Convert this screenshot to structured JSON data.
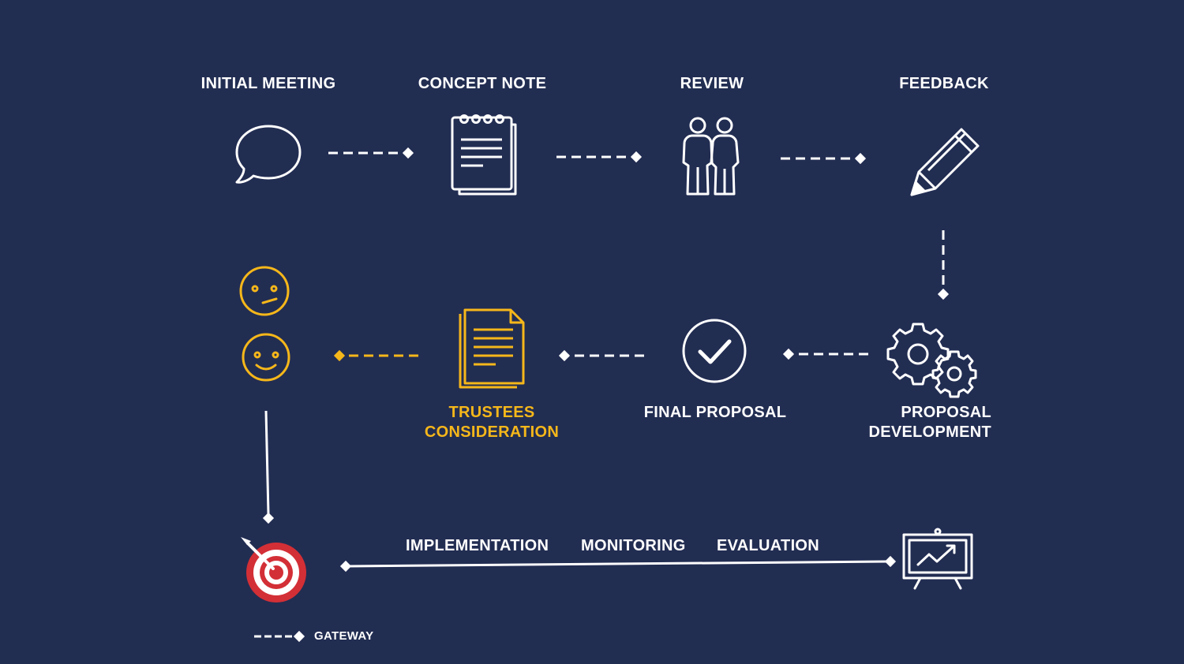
{
  "steps": {
    "initial_meeting": {
      "label": "INITIAL MEETING",
      "icon": "speech-bubble-icon"
    },
    "concept_note": {
      "label": "CONCEPT NOTE",
      "icon": "notepad-icon"
    },
    "review": {
      "label": "REVIEW",
      "icon": "people-icon"
    },
    "feedback": {
      "label": "FEEDBACK",
      "icon": "pencil-icon"
    },
    "proposal_development": {
      "line1": "PROPOSAL",
      "line2": "DEVELOPMENT",
      "icon": "gears-icon"
    },
    "final_proposal": {
      "label": "FINAL PROPOSAL",
      "icon": "check-circle-icon"
    },
    "trustees_consideration": {
      "line1": "TRUSTEES",
      "line2": "CONSIDERATION",
      "icon": "document-icon"
    },
    "decision": {
      "icons": [
        "neutral-face-icon",
        "smiley-face-icon"
      ]
    },
    "target": {
      "icon": "target-icon"
    },
    "presentation": {
      "icon": "presentation-board-icon"
    }
  },
  "bottom_labels": [
    "IMPLEMENTATION",
    "MONITORING",
    "EVALUATION"
  ],
  "legend": {
    "label": "GATEWAY"
  },
  "colors": {
    "background": "#222d52",
    "line": "#ffffff",
    "highlight": "#f5b71a",
    "target_red": "#d32f36"
  }
}
